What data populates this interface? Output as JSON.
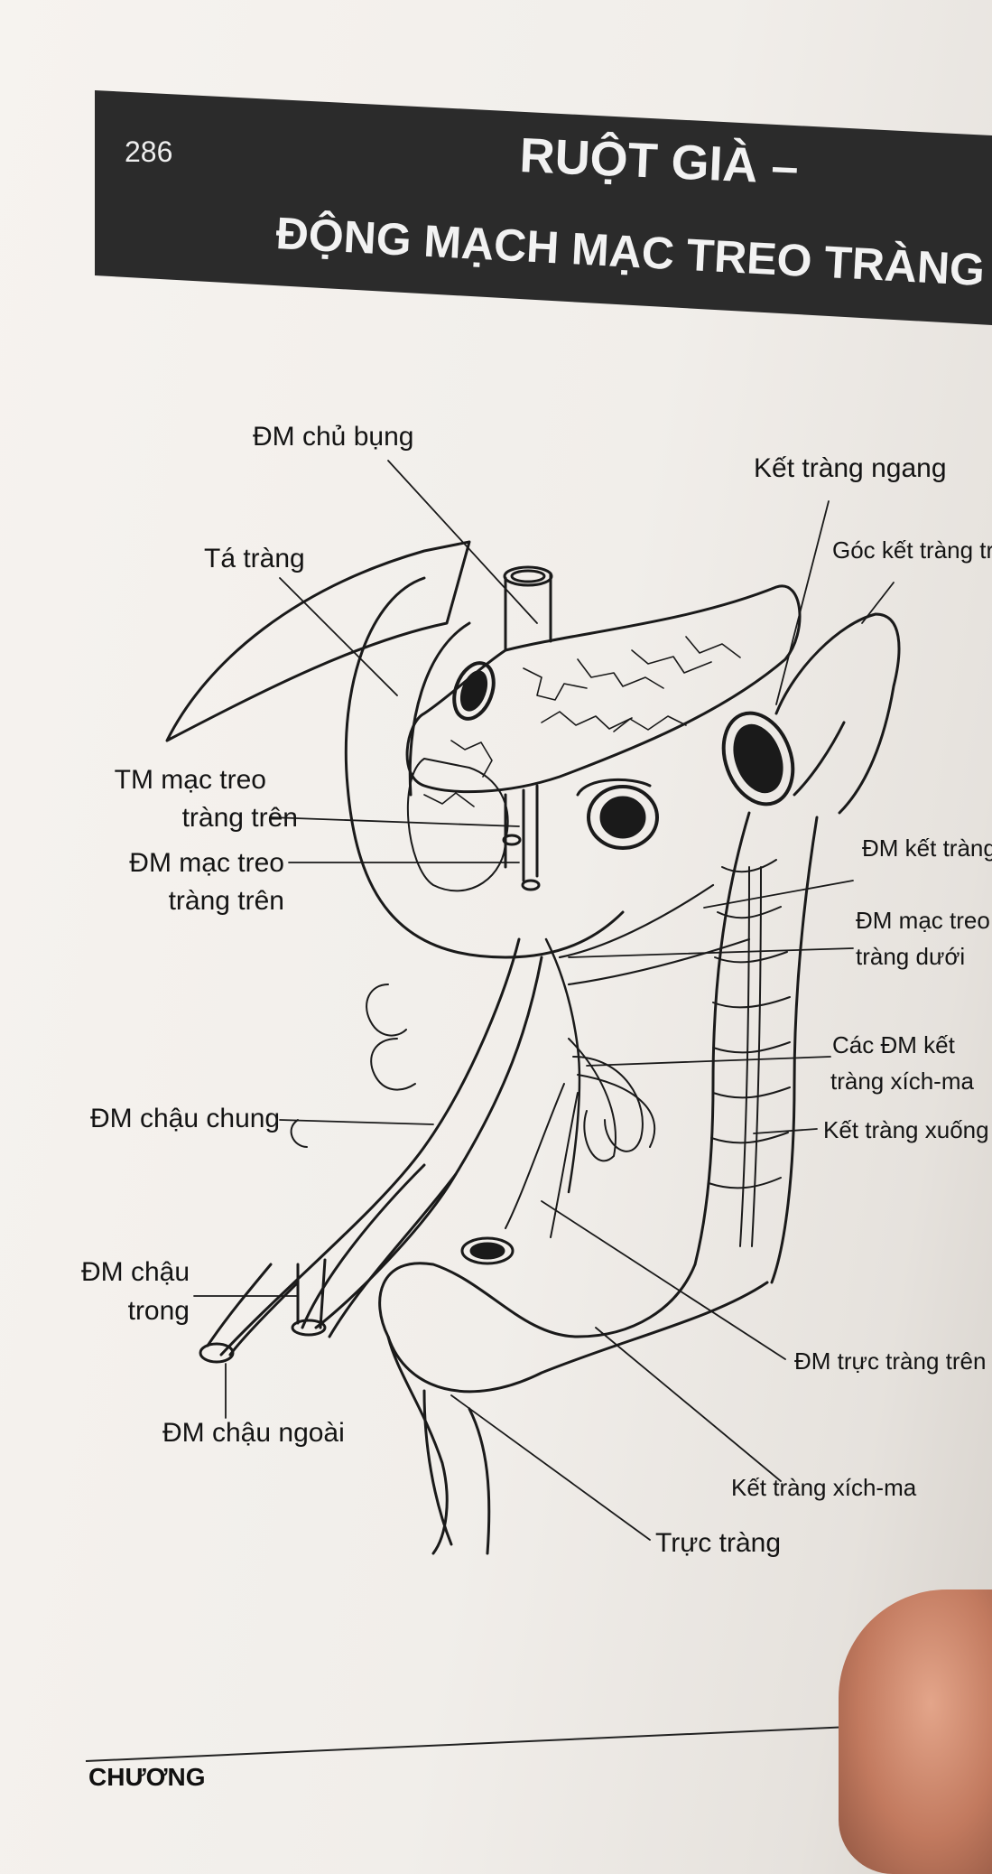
{
  "page": {
    "number": "286",
    "title_line1": "RUỘT GIÀ –",
    "title_line2": "ĐỘNG MẠCH MẠC TREO TRÀNG DƯỚI",
    "footer": "CHƯƠNG"
  },
  "labels": {
    "dm_chu_bung": "ĐM chủ bụng",
    "ta_trang": "Tá tràng",
    "ket_trang_ngang": "Kết tràng ngang",
    "goc_ket_trang_trai": "Góc kết tràng trái",
    "tm_mac_treo_1": "TM mạc treo",
    "tm_mac_treo_2": "tràng trên",
    "dm_mac_treo_tren_1": "ĐM mạc treo",
    "dm_mac_treo_tren_2": "tràng trên",
    "dm_ket_trang_t": "ĐM kết tràng T",
    "dm_mac_treo_duoi_1": "ĐM mạc treo",
    "dm_mac_treo_duoi_2": "tràng dưới",
    "cac_dm_ket_1": "Các ĐM kết",
    "cac_dm_ket_2": "tràng xích-ma",
    "dm_chau_chung": "ĐM chậu chung",
    "ket_trang_xuong": "Kết tràng xuống",
    "dm_chau_trong_1": "ĐM chậu",
    "dm_chau_trong_2": "trong",
    "dm_truc_trang_tren": "ĐM trực tràng trên",
    "dm_chau_ngoai": "ĐM chậu ngoài",
    "ket_trang_xich_ma": "Kết tràng xích-ma",
    "truc_trang": "Trực tràng"
  }
}
